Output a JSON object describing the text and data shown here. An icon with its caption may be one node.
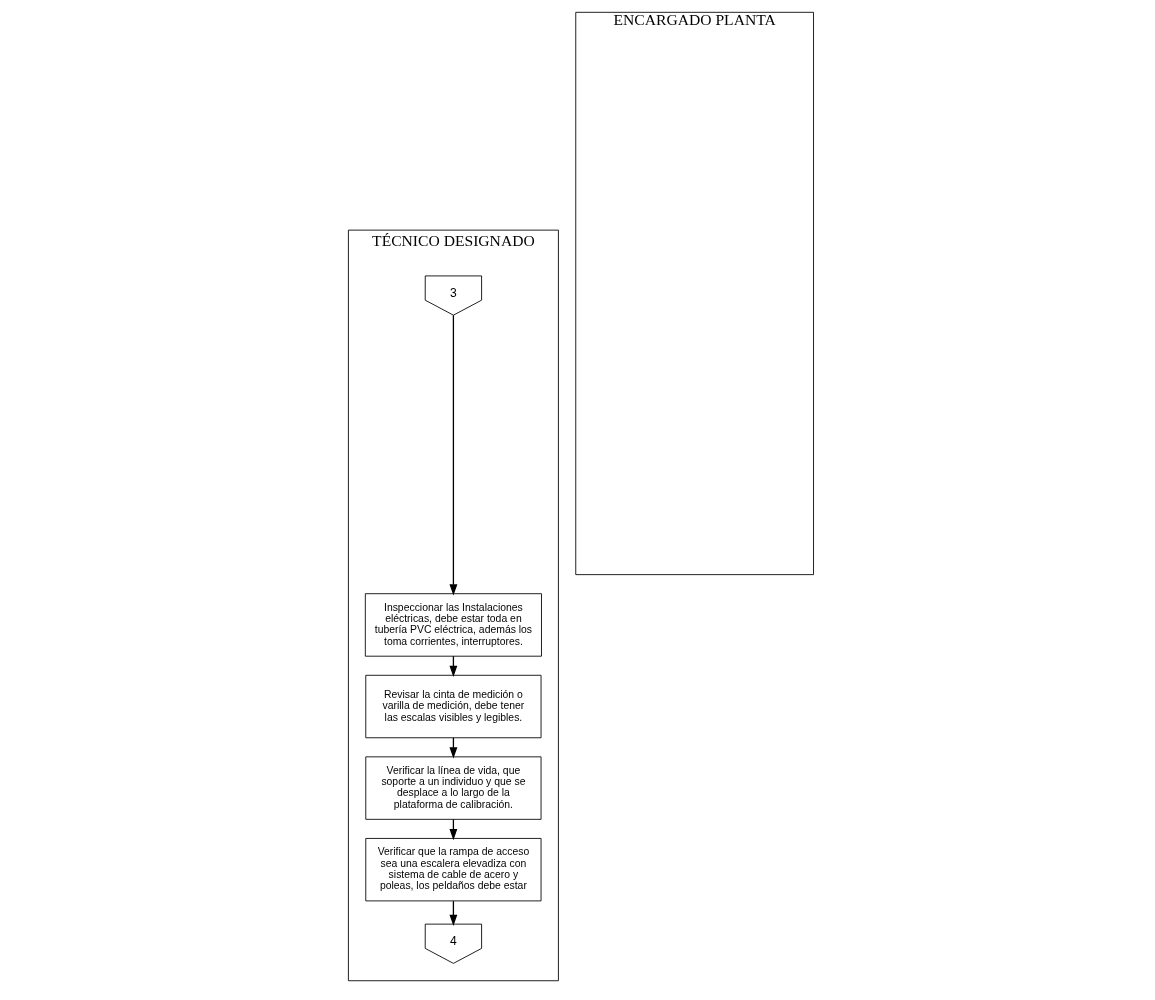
{
  "diagram": {
    "nodes": [
      {
        "text": [
          "TÉCNICO DESIGNADO"
        ]
      },
      {
        "text": [
          "ENCARGADO PLANTA"
        ]
      },
      {
        "text": [
          "3"
        ],
        "in": 0
      },
      {
        "text": [
          "Inspeccionar las Instalaciones eléctricas, debe estar toda en tubería PVC eléctrica, además los toma corrientes, interruptores."
        ],
        "in": 0
      },
      {
        "text": [
          "Revisar la cinta de medición o varilla de medición, debe tener las escalas visibles y legibles."
        ],
        "in": 0
      },
      {
        "text": [
          "Verificar la línea de vida, que soporte a un individuo y que se desplace a lo largo de la plataforma de calibración."
        ],
        "in": 0
      },
      {
        "text": [
          "Verificar que la rampa de acceso sea una escalera elevadiza con sistema de cable de acero y poleas, los peldaños debe estar"
        ],
        "in": 0
      },
      {
        "text": [
          "4"
        ],
        "in": 0
      }
    ],
    "edges": [
      {
        "from": 2,
        "to": 3,
        "arrow": "to"
      },
      {
        "from": 3,
        "to": 4,
        "arrow": "to"
      },
      {
        "from": 4,
        "to": 5,
        "arrow": "to"
      },
      {
        "from": 5,
        "to": 6,
        "arrow": "to"
      },
      {
        "from": 6,
        "to": 7,
        "arrow": "to"
      }
    ]
  }
}
